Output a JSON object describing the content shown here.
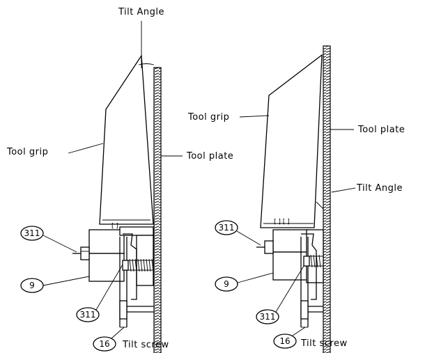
{
  "diagram": {
    "left": {
      "tilt_angle": "Tilt Angle",
      "tool_grip": "Tool grip",
      "tool_plate": "Tool plate",
      "callout_311_top": "311",
      "callout_9": "9",
      "callout_311_bottom": "311",
      "callout_16": "16",
      "tilt_screw": "Tilt screw"
    },
    "right": {
      "tilt_angle": "Tilt Angle",
      "tool_grip": "Tool grip",
      "tool_plate": "Tool plate",
      "callout_311_top": "311",
      "callout_9": "9",
      "callout_311_bottom": "311",
      "callout_16": "16",
      "tilt_screw": "Tilt screw"
    }
  }
}
